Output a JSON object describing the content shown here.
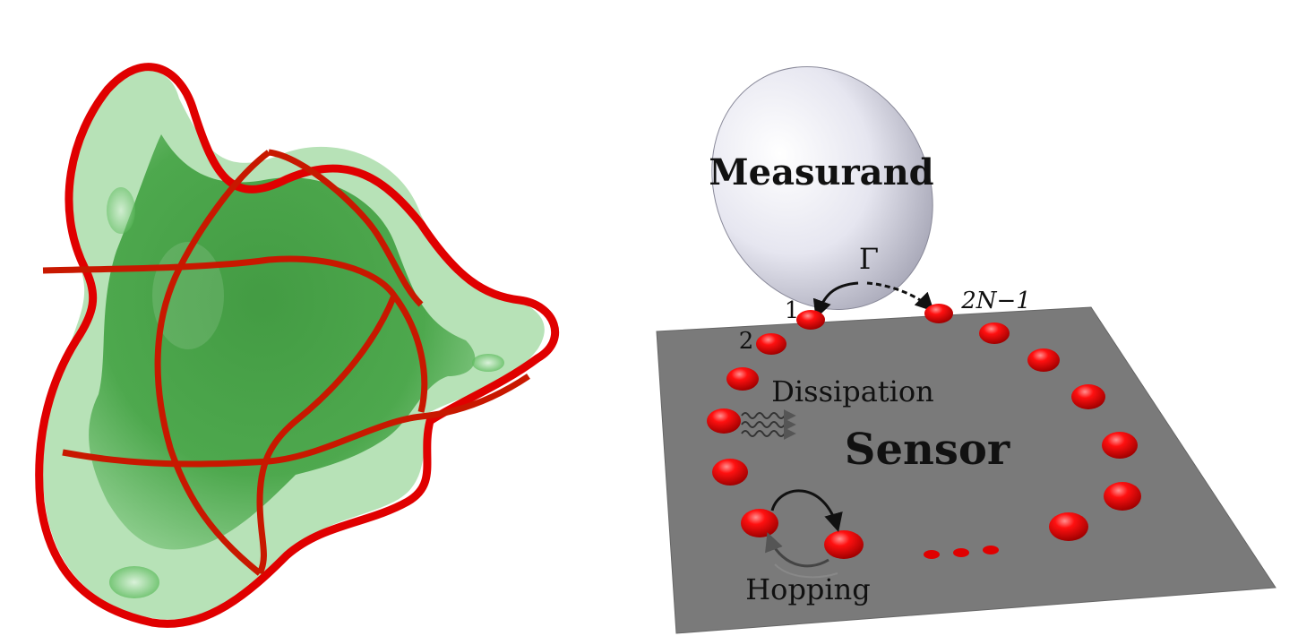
{
  "labels": {
    "measurand": "Measurand",
    "gamma": "Γ",
    "site_first": "1",
    "site_second": "2",
    "site_last": "2N−1",
    "dissipation": "Dissipation",
    "sensor": "Sensor",
    "hopping": "Hopping"
  },
  "colors": {
    "background": "#ffffff",
    "surface_fill": "#3fae3f",
    "curve_stroke": "#e00000",
    "plate": "#7a7a7a",
    "site": "#e00000",
    "measurand": "#e8e8f2",
    "text": "#111111"
  },
  "icons": {
    "dissipation": "wavy-arrow-icon",
    "hopping": "curved-arrow-icon",
    "ellipsis": "dots-ellipsis-icon"
  }
}
